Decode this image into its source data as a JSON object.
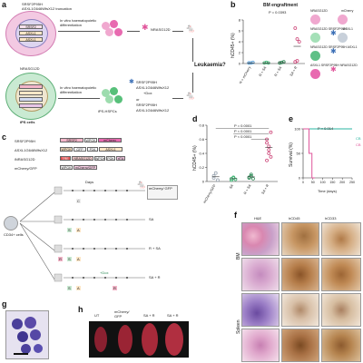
{
  "panels": {
    "a": "a",
    "b": "b",
    "c": "c",
    "d": "d",
    "e": "e",
    "f": "f",
    "g": "g",
    "h": "h"
  },
  "panel_a": {
    "gene1": "SRSF2P95H",
    "gene2": "ASXL1G646WfsX12 truncation",
    "step": "In vitro haematopoietic differentiation",
    "box_labels": [
      "SRSF2",
      "ASXL1",
      "ASXL1"
    ],
    "nras": "NRASG12D",
    "ips_cells": "iPS cells",
    "ips_hspcs": "iPS-HSPCs",
    "dox": "+Dox",
    "or": "or",
    "leukaemia": "Leukaemia?",
    "transduce1": "SRSF2P95H",
    "transduce2": "ASXL1G646WfsX12",
    "transduce3": "SRSF2P95H",
    "transduce4": "ASXL1G646WfsX12",
    "mouse_label": "NRASG12D"
  },
  "panel_b": {
    "title": "BM engraftment",
    "pvalue": "P = 0.0393",
    "ylabel": "hCD45+ (%)",
    "legend": [
      {
        "name": "NRASG12D",
        "color": "#e0559b"
      },
      {
        "name": "mCherry",
        "color": "#d97bb8"
      },
      {
        "name": "NRASG12D SRSF2P95H",
        "color": "#3cb371"
      },
      {
        "name": "ASXL1",
        "color": "#9aa5b1"
      },
      {
        "name": "NRASG12D SRSF2P95H ASXL1",
        "color": "#2e8b57"
      },
      {
        "name": "ASXL1 SRSF2P95H NRASG12D",
        "color": "#cc4477"
      }
    ]
  },
  "chart_data": [
    {
      "type": "scatter",
      "panel": "b",
      "title": "BM engraftment",
      "ylabel": "hCD45+ (%)",
      "categories": [
        "R + mCherry",
        "R + SA",
        "R + SA",
        "SA + R"
      ],
      "ylim": [
        0,
        8
      ],
      "yticks": [
        0,
        2,
        4,
        6,
        8
      ],
      "series": [
        {
          "category": "R + mCherry",
          "values": [
            0.1,
            0.1,
            0.2,
            0.1
          ],
          "color": "#5aa0d8"
        },
        {
          "category": "R + SA",
          "values": [
            0.1,
            0.2,
            0.1
          ],
          "color": "#3cb371"
        },
        {
          "category": "R + SA",
          "values": [
            0.1,
            0.2,
            0.3,
            0.1
          ],
          "color": "#2e8b57"
        },
        {
          "category": "SA + R",
          "values": [
            0.3,
            0.5,
            4.0,
            6.5,
            4.5
          ],
          "color": "#cc4477"
        }
      ],
      "annotations": [
        "P = 0.0393"
      ]
    },
    {
      "type": "scatter",
      "panel": "d",
      "ylabel": "hCD45+ (%)",
      "categories": [
        "mCherry/GFP",
        "SA",
        "R + SA",
        "SA + R"
      ],
      "ylim": [
        0,
        0.8
      ],
      "yticks": [
        0,
        0.2,
        0.4,
        0.6,
        0.8
      ],
      "series": [
        {
          "category": "mCherry/GFP",
          "values": [
            0.05,
            0.12,
            0.02,
            0.08
          ],
          "color": "#9aa5b1"
        },
        {
          "category": "SA",
          "values": [
            0.02,
            0.05,
            0.03,
            0.04,
            0.06
          ],
          "color": "#3cb371"
        },
        {
          "category": "R + SA",
          "values": [
            0.05,
            0.08,
            0.04,
            0.06,
            0.1
          ],
          "color": "#2e8b57"
        },
        {
          "category": "SA + R",
          "values": [
            0.55,
            0.45,
            0.35,
            0.6,
            0.4,
            0.7,
            0.3,
            0.5
          ],
          "color": "#cc4477"
        }
      ],
      "annotations": [
        "P = 0.0001",
        "P < 0.0001",
        "P < 0.0001"
      ]
    },
    {
      "type": "line",
      "panel": "e",
      "ylabel": "Survival (%)",
      "xlabel": "Time (days)",
      "pvalue": "P = 0.014",
      "xlim": [
        0,
        250
      ],
      "ylim": [
        0,
        100
      ],
      "xticks": [
        0,
        50,
        100,
        150,
        200,
        250
      ],
      "yticks": [
        0,
        50,
        100
      ],
      "series": [
        {
          "name": "CB",
          "color": "#2ab5a0",
          "x": [
            0,
            250
          ],
          "y": [
            100,
            100
          ]
        },
        {
          "name": "CB",
          "color": "#e0559b",
          "x": [
            0,
            30,
            30,
            45,
            45,
            60
          ],
          "y": [
            100,
            100,
            50,
            50,
            0,
            0
          ]
        }
      ]
    }
  ],
  "panel_c": {
    "rows": [
      {
        "label": "SRSF2P95H",
        "boxes": [
          "SRSF2",
          "WPGK",
          "mCherry"
        ]
      },
      {
        "label": "ASXL1G646WfsX12",
        "boxes": [
          "WPGK",
          "GFP",
          "P2A",
          "ASXL1"
        ]
      },
      {
        "label": "iNRASG12D",
        "boxes": [
          "TRE",
          "NRASG12D",
          "WPGK",
          "PGK",
          "rtTA"
        ]
      },
      {
        "label": "mCherry/GFP",
        "boxes": [
          "WPGK",
          "mCherry/GFP"
        ]
      }
    ],
    "cd34": "CD34+ cells",
    "days_label": "Days",
    "timeline_labels": [
      "mCherry/ GFP",
      "SA",
      "R + SA",
      "SA + R"
    ],
    "dox": "+Dox",
    "markers": [
      "C",
      "S",
      "A",
      "S",
      "A",
      "R",
      "S",
      "A",
      "R"
    ]
  },
  "panel_f": {
    "cols": [
      "H&E",
      "hCD45",
      "hCD33"
    ],
    "rows": [
      "BM",
      "Spleen"
    ]
  },
  "panel_h": {
    "labels": [
      "UT",
      "mCherry/ GFP",
      "SA + R",
      "SA + R"
    ]
  }
}
